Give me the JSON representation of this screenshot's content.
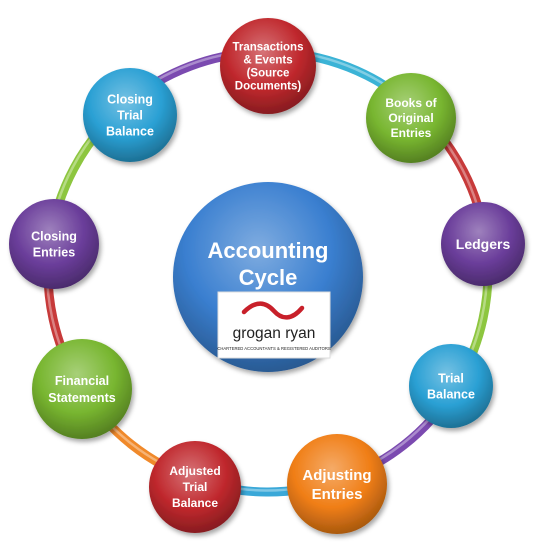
{
  "center": {
    "lines": [
      "Accounting",
      "Cycle"
    ],
    "color": "#3a7fd0"
  },
  "logo": {
    "name": "grogan ryan",
    "tagline": "CHARTERED ACCOUNTANTS & REGISTERED AUDITORS",
    "accent": "#c8202a"
  },
  "ring_segments": [
    {
      "color": "#3bb3d6"
    },
    {
      "color": "#c73a3a"
    },
    {
      "color": "#8dc63f"
    },
    {
      "color": "#7b4ab0"
    },
    {
      "color": "#3aa8d8"
    },
    {
      "color": "#f0892a"
    },
    {
      "color": "#c73a3a"
    },
    {
      "color": "#8dc63f"
    },
    {
      "color": "#7b4ab0"
    },
    {
      "color": "#3aa8d8"
    }
  ],
  "nodes": [
    {
      "id": "transactions",
      "lines": [
        "Transactions",
        "& Events",
        "(Source",
        "Documents)"
      ],
      "color": "#c0282d"
    },
    {
      "id": "books",
      "lines": [
        "Books of",
        "Original",
        "Entries"
      ],
      "color": "#78b630"
    },
    {
      "id": "ledgers",
      "lines": [
        "Ledgers"
      ],
      "color": "#6a3d9a"
    },
    {
      "id": "trial-balance",
      "lines": [
        "Trial",
        "Balance"
      ],
      "color": "#2aa0d4"
    },
    {
      "id": "adjusting-entries",
      "lines": [
        "Adjusting",
        "Entries"
      ],
      "color": "#f07e16"
    },
    {
      "id": "adjusted-trial-balance",
      "lines": [
        "Adjusted",
        "Trial",
        "Balance"
      ],
      "color": "#c0282d"
    },
    {
      "id": "financial-statements",
      "lines": [
        "Financial",
        "Statements"
      ],
      "color": "#78b630"
    },
    {
      "id": "closing-entries",
      "lines": [
        "Closing",
        "Entries"
      ],
      "color": "#6a3d9a"
    },
    {
      "id": "closing-trial-balance",
      "lines": [
        "Closing",
        "Trial",
        "Balance"
      ],
      "color": "#2aa0d4"
    }
  ]
}
